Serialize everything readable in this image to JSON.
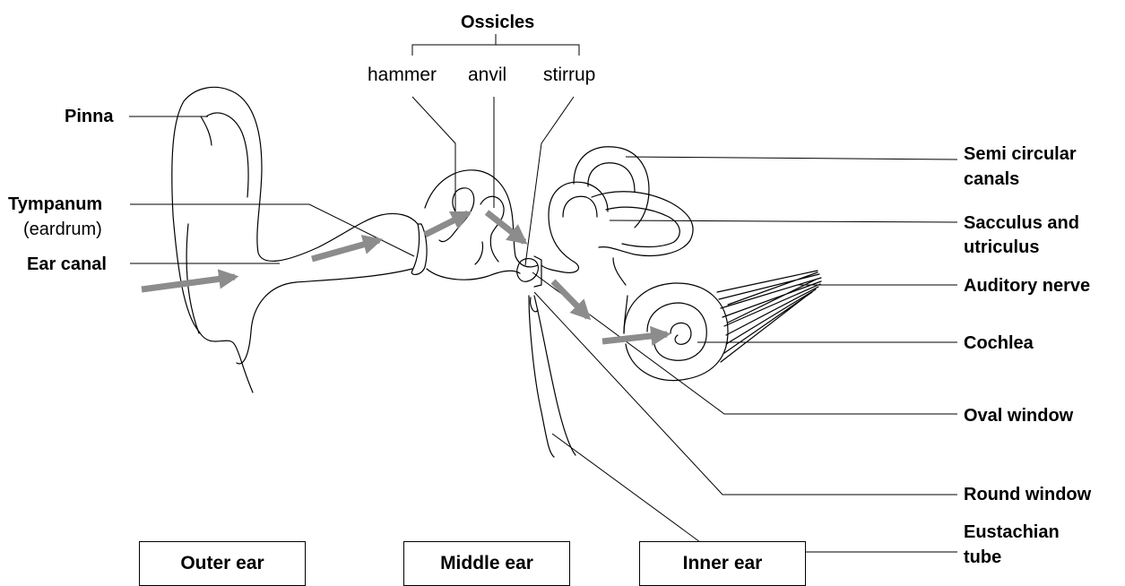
{
  "header": {
    "group_label": "Ossicles",
    "ossicles": [
      "hammer",
      "anvil",
      "stirrup"
    ]
  },
  "labels_left": {
    "pinna": "Pinna",
    "tympanum": "Tympanum",
    "tympanum_note": "(eardrum)",
    "ear_canal": "Ear canal"
  },
  "labels_right": {
    "semicircular_1": "Semi circular",
    "semicircular_2": "canals",
    "sacculus_1": "Sacculus and",
    "sacculus_2": "utriculus",
    "auditory_nerve": "Auditory nerve",
    "cochlea": "Cochlea",
    "oval_window": "Oval window",
    "round_window": "Round window",
    "eustachian_1": "Eustachian",
    "eustachian_2": "tube"
  },
  "sections": [
    "Outer ear",
    "Middle ear",
    "Inner ear"
  ],
  "colors": {
    "line": "#000000",
    "arrow": "#8c8c8c",
    "background": "#ffffff"
  }
}
